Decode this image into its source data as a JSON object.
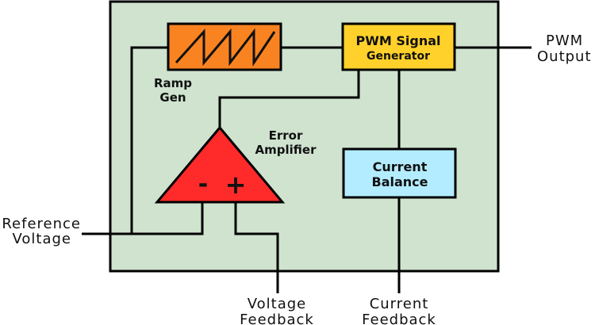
{
  "colors": {
    "board": "#cfe3cf",
    "ramp": "#f98321",
    "pwm": "#ffd12a",
    "current_balance": "#b3ecff",
    "error_amp": "#ff2a2a",
    "wire": "#000000"
  },
  "blocks": {
    "ramp_gen": {
      "label_1": "Ramp",
      "label_2": "Gen",
      "icon": "sawtooth-icon"
    },
    "pwm_gen": {
      "label_1": "PWM Signal",
      "label_2": "Generator"
    },
    "current_balance": {
      "label_1": "Current",
      "label_2": "Balance"
    },
    "error_amp": {
      "label_1": "Error",
      "label_2": "Amplifier",
      "minus": "-",
      "plus": "+"
    }
  },
  "io": {
    "pwm_output": {
      "line_1": "PWM",
      "line_2": "Output"
    },
    "reference_voltage": {
      "line_1": "Reference",
      "line_2": "Voltage"
    },
    "voltage_feedback": {
      "line_1": "Voltage",
      "line_2": "Feedback"
    },
    "current_feedback": {
      "line_1": "Current",
      "line_2": "Feedback"
    }
  }
}
